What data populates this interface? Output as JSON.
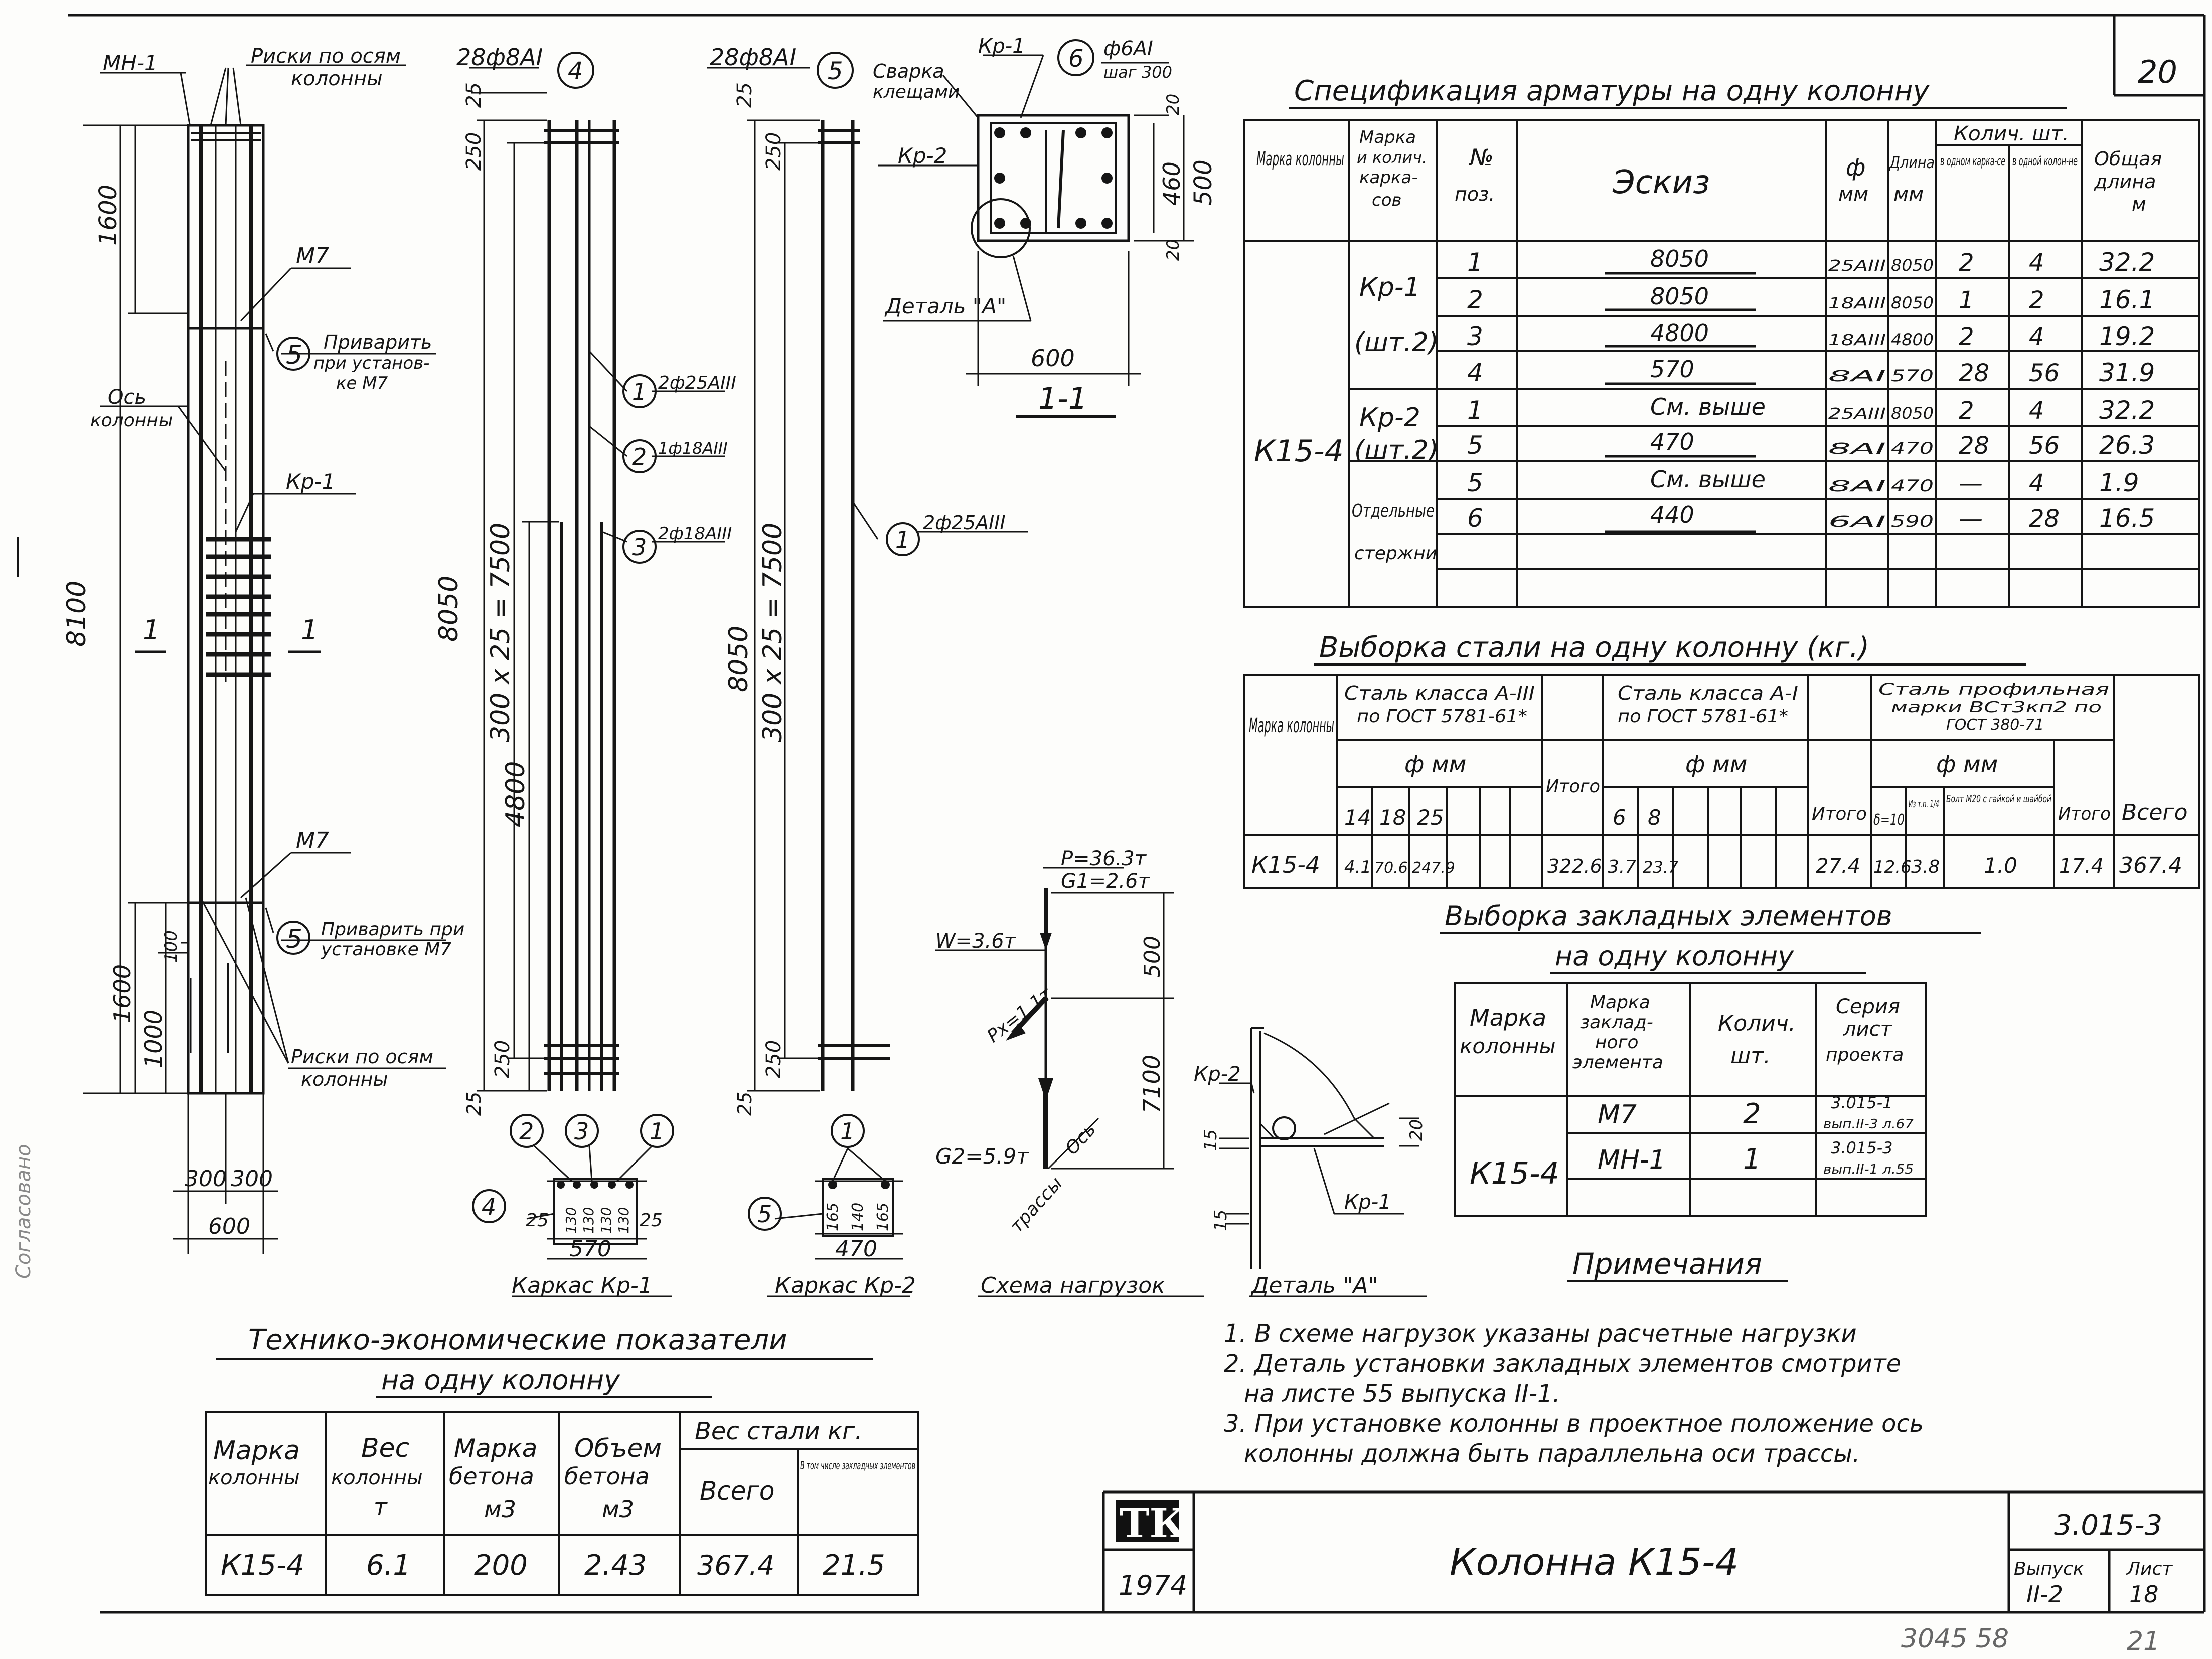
{
  "sheet": {
    "page_number": "20",
    "title": "Колонна К15-4",
    "series": "3.015-3",
    "issue_label": "Выпуск",
    "issue_value": "II-2",
    "sheet_label": "Лист",
    "sheet_value": "18",
    "year": "1974",
    "logo": "ТК",
    "footer_mark": "3045 58",
    "footer_mark2": "21"
  },
  "column_view": {
    "mh1": "МН-1",
    "risk_top_1": "Риски по осям",
    "risk_top_2": "колонны",
    "m7_top": "М7",
    "m7_bottom": "М7",
    "weld_top_1": "Приварить",
    "weld_top_2": "при установ-",
    "weld_top_3": "ке М7",
    "weld_bottom_1": "Приварить при",
    "weld_bottom_2": "установке М7",
    "axis_1": "Ось",
    "axis_2": "колонны",
    "kr1": "Кр-1",
    "risk_bottom_1": "Риски по осям",
    "risk_bottom_2": "колонны",
    "dim_1600_top": "1600",
    "dim_8100": "8100",
    "dim_1600_bottom": "1600",
    "dim_1000": "1000",
    "dim_100": "100",
    "dim_300_left": "300",
    "dim_300_right": "300",
    "dim_600": "600",
    "section_mark": "1",
    "callout_5": "5"
  },
  "cage_kr1": {
    "top_label": "28ф8АI",
    "pos_top": "4",
    "dim_25_top": "25",
    "dim_250_top": "250",
    "dim_8050": "8050",
    "dim_7500": "300 x 25 = 7500",
    "dim_4800": "4800",
    "dim_250_bottom": "250",
    "dim_25_bottom": "25",
    "lbl_1": "2ф25АIII",
    "lbl_2": "1ф18АIII",
    "lbl_3": "2ф18АIII",
    "pos_1": "1",
    "pos_2": "2",
    "pos_3": "3",
    "pos_4": "4",
    "sec_25_left": "25",
    "sec_130_1": "130",
    "sec_130_2": "130",
    "sec_130_3": "130",
    "sec_130_4": "130",
    "sec_25_right": "25",
    "sec_570": "570",
    "caption": "Каркас Кр-1"
  },
  "cage_kr2": {
    "top_label": "28ф8АI",
    "pos_top": "5",
    "dim_25_top": "25",
    "dim_250_top": "250",
    "dim_8050": "8050",
    "dim_7500": "300 x 25 = 7500",
    "dim_250_bottom": "250",
    "dim_25_bottom": "25",
    "lbl_1": "2ф25АIII",
    "pos_1": "1",
    "pos_5": "5",
    "sec_165_1": "165",
    "sec_140": "140",
    "sec_165_2": "165",
    "sec_470": "470",
    "caption": "Каркас Кр-2"
  },
  "section_1_1": {
    "kr1": "Кр-1",
    "kr2": "Кр-2",
    "pos": "6",
    "bar": "ф6АI",
    "step": "шаг 300",
    "weld_1": "Сварка",
    "weld_2": "клещами",
    "detail": "Деталь \"А\"",
    "dim_20_top": "20",
    "dim_460": "460",
    "dim_500": "500",
    "dim_20_bottom": "20",
    "dim_600": "600",
    "caption": "1-1"
  },
  "load_scheme": {
    "p": "P=36.3т",
    "g1": "G1=2.6т",
    "w": "W=3.6т",
    "px": "Px=1.1т",
    "g2": "G2=5.9т",
    "axis_1": "Ось",
    "axis_2": "трассы",
    "dim_500": "500",
    "dim_7100": "7100",
    "caption": "Схема нагрузок"
  },
  "detail_a": {
    "kr2": "Кр-2",
    "kr1": "Кр-1",
    "dim_15_a": "15",
    "dim_15_b": "15",
    "dim_20": "20",
    "caption": "Деталь \"А\""
  },
  "spec": {
    "title": "Спецификация арматуры на одну колонну",
    "h_mark": "Марка колонны",
    "h_cage_1": "Марка",
    "h_cage_2": "и колич.",
    "h_cage_3": "карка-",
    "h_cage_4": "сов",
    "h_pos_1": "№",
    "h_pos_2": "поз.",
    "h_sketch": "Эскиз",
    "h_dia_1": "ф",
    "h_dia_2": "мм",
    "h_len_1": "Длина",
    "h_len_2": "мм",
    "h_qty": "Колич. шт.",
    "h_qty_cage": "в одном карка-се",
    "h_qty_col": "в одной колон-не",
    "h_total_1": "Общая",
    "h_total_2": "длина",
    "h_total_3": "м",
    "col_mark": "К15-4",
    "grp_kr1_1": "Кр-1",
    "grp_kr1_2": "(шт.2)",
    "grp_kr2_1": "Кр-2",
    "grp_kr2_2": "(шт.2)",
    "grp_sep_1": "Отдельные",
    "grp_sep_2": "стержни",
    "rows": [
      {
        "pos": "1",
        "sketch": "8050",
        "dia": "25АIII",
        "len": "8050",
        "q1": "2",
        "q2": "4",
        "total": "32.2"
      },
      {
        "pos": "2",
        "sketch": "8050",
        "dia": "18АIII",
        "len": "8050",
        "q1": "1",
        "q2": "2",
        "total": "16.1"
      },
      {
        "pos": "3",
        "sketch": "4800",
        "dia": "18АIII",
        "len": "4800",
        "q1": "2",
        "q2": "4",
        "total": "19.2"
      },
      {
        "pos": "4",
        "sketch": "570",
        "dia": "8АI",
        "len": "570",
        "q1": "28",
        "q2": "56",
        "total": "31.9"
      },
      {
        "pos": "1",
        "sketch": "См. выше",
        "dia": "25АIII",
        "len": "8050",
        "q1": "2",
        "q2": "4",
        "total": "32.2"
      },
      {
        "pos": "5",
        "sketch": "470",
        "dia": "8АI",
        "len": "470",
        "q1": "28",
        "q2": "56",
        "total": "26.3"
      },
      {
        "pos": "5",
        "sketch": "См. выше",
        "dia": "8АI",
        "len": "470",
        "q1": "—",
        "q2": "4",
        "total": "1.9"
      },
      {
        "pos": "6",
        "sketch": "440",
        "dia": "6АI",
        "len": "590",
        "q1": "—",
        "q2": "28",
        "total": "16.5"
      }
    ]
  },
  "steel": {
    "title": "Выборка стали на одну колонну (кг.)",
    "h_mark": "Марка колонны",
    "h_a3_1": "Сталь класса А-III",
    "h_a3_2": "по ГОСТ 5781-61*",
    "h_a1_1": "Сталь класса А-I",
    "h_a1_2": "по ГОСТ 5781-61*",
    "h_prof_1": "Сталь профильная",
    "h_prof_2": "марки ВСт3кп2 по",
    "h_prof_3": "ГОСТ 380-71",
    "h_dia": "ф мм",
    "h_dia_2": "ф мм",
    "h_dia_3": "ф мм",
    "h_itogo_1": "Итого",
    "h_itogo_2": "Итого",
    "h_itogo_3": "Итого",
    "h_vsego": "Всего",
    "d14": "14",
    "d18": "18",
    "d25": "25",
    "d6": "6",
    "d8": "8",
    "p1": "δ=10",
    "p2": "Из т.п. 1/4\"",
    "p3": "Болт М20 с гайкой и шайбой",
    "r_mark": "К15-4",
    "r14": "4.1",
    "r18": "70.6",
    "r25": "247.9",
    "r_it1": "322.6",
    "r6": "3.7",
    "r8": "23.7",
    "r_it2": "27.4",
    "rp1": "12.6",
    "rp2": "3.8",
    "rp3": "1.0",
    "r_it3": "17.4",
    "r_vsego": "367.4"
  },
  "embedded": {
    "title_1": "Выборка закладных элементов",
    "title_2": "на одну колонну",
    "h_mark_1": "Марка",
    "h_mark_2": "колонны",
    "h_el_1": "Марка",
    "h_el_2": "заклад-",
    "h_el_3": "ного",
    "h_el_4": "элемента",
    "h_qty_1": "Колич.",
    "h_qty_2": "шт.",
    "h_ser_1": "Серия",
    "h_ser_2": "лист",
    "h_ser_3": "проекта",
    "col_mark": "К15-4",
    "rows": [
      {
        "el": "М7",
        "qty": "2",
        "ser_1": "3.015-1",
        "ser_2": "вып.II-3 л.67"
      },
      {
        "el": "МН-1",
        "qty": "1",
        "ser_1": "3.015-3",
        "ser_2": "вып.II-1 л.55"
      }
    ]
  },
  "notes": {
    "title": "Примечания",
    "n1": "1. В схеме нагрузок указаны расчетные нагрузки",
    "n2a": "2. Деталь установки закладных элементов смотрите",
    "n2b": "на листе 55 выпуска II-1.",
    "n3a": "3. При установке колонны в проектное положение ось",
    "n3b": "колонны должна быть параллельна оси трассы."
  },
  "tech": {
    "title_1": "Технико-экономические показатели",
    "title_2": "на одну колонну",
    "h_mark_1": "Марка",
    "h_mark_2": "колонны",
    "h_weight_1": "Вес",
    "h_weight_2": "колонны",
    "h_weight_3": "т",
    "h_concrete_1": "Марка",
    "h_concrete_2": "бетона",
    "h_concrete_3": "м3",
    "h_volume_1": "Объем",
    "h_volume_2": "бетона",
    "h_volume_3": "м3",
    "h_steel": "Вес стали кг.",
    "h_steel_total": "Всего",
    "h_steel_emb": "В том числе закладных элементов",
    "r_mark": "К15-4",
    "r_weight": "6.1",
    "r_concrete": "200",
    "r_volume": "2.43",
    "r_steel": "367.4",
    "r_emb": "21.5"
  },
  "side_note": "Согласовано"
}
